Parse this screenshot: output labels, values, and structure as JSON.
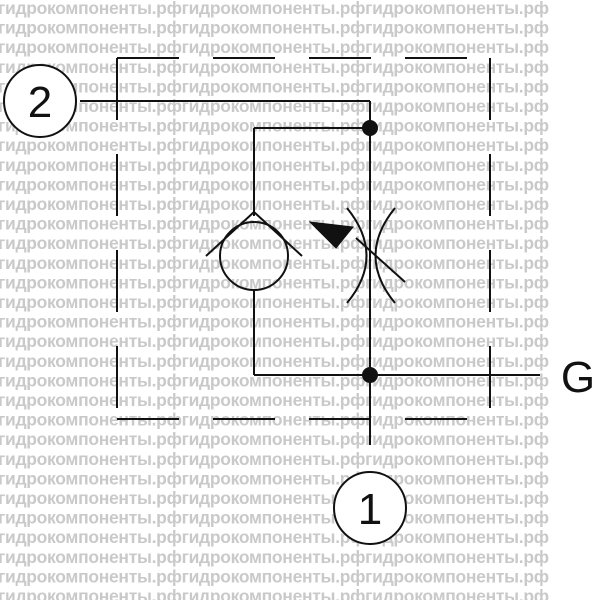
{
  "watermark": "гидрокомпоненты.рфгидрокомпоненты.рфгидрокомпоненты.рф",
  "ports": {
    "port_2": "2",
    "port_1": "1",
    "gauge": "G"
  },
  "colors": {
    "line": "#111111",
    "watermark": "#c9c9c9",
    "background": "#ffffff"
  },
  "icons": {
    "pump": "circle-with-chevron",
    "throttle": "adjustable-orifice",
    "arrow": "adjust-arrow"
  }
}
